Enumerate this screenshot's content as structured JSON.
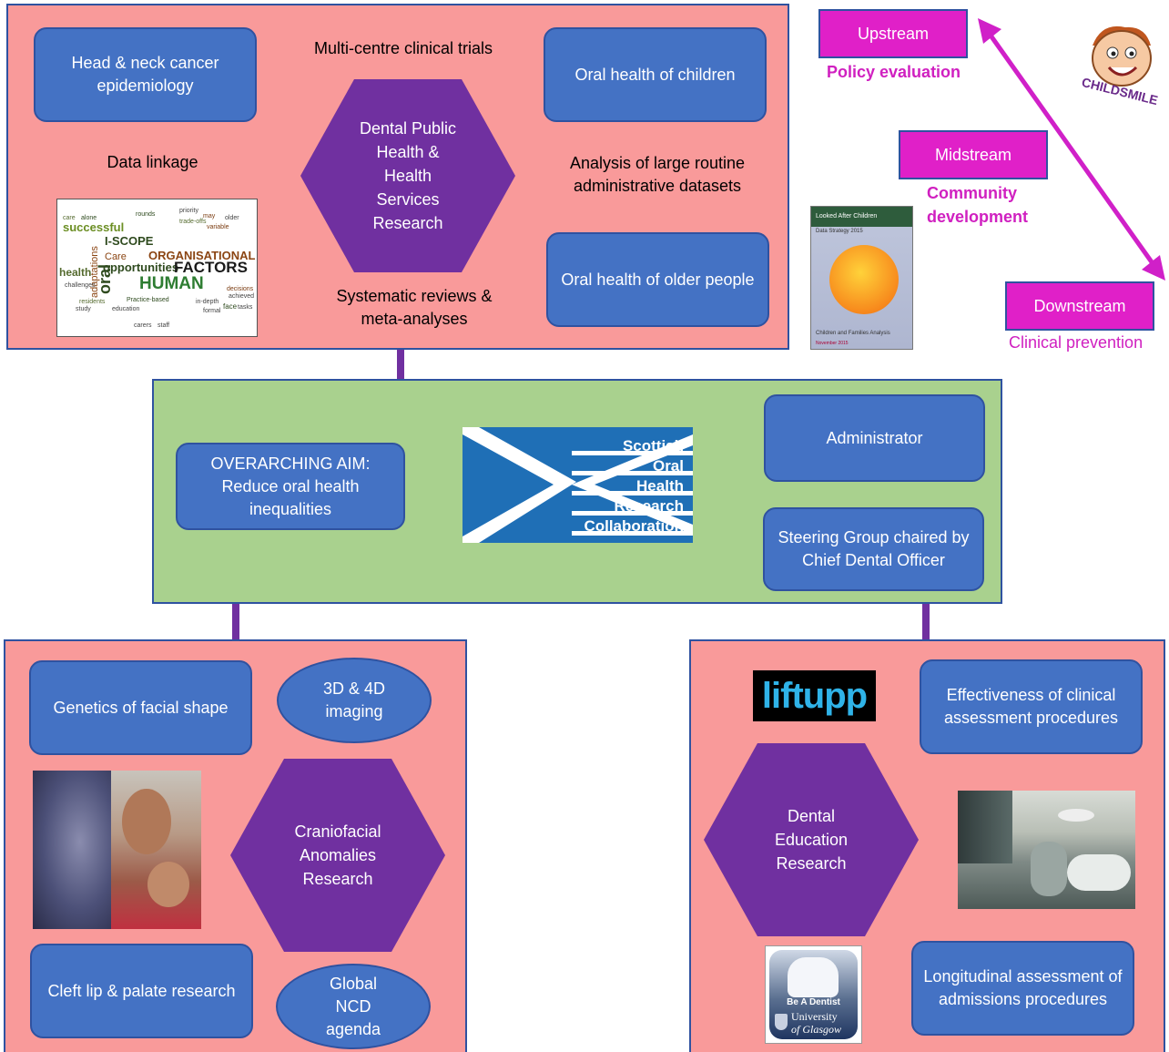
{
  "top_panel": {
    "head_neck": "Head & neck cancer epidemiology",
    "trials": "Multi-centre clinical trials",
    "children": "Oral health of children",
    "data_linkage": "Data linkage",
    "hex": "Dental Public Health & Health Services Research",
    "large_datasets": "Analysis of large routine administrative datasets",
    "systematic": "Systematic reviews & meta-analyses",
    "older": "Oral health of older people"
  },
  "wordcloud_words": [
    "care",
    "alone",
    "rounds",
    "priority",
    "may",
    "older",
    "trade-offs",
    "variable",
    "successful",
    "I-SCOPE",
    "ORGANISATIONAL",
    "Care",
    "opportunities",
    "HUMAN",
    "FACTORS",
    "health",
    "oral",
    "adaptations",
    "challenges",
    "Practice-based",
    "study",
    "residents",
    "education",
    "staff",
    "decisions",
    "achieved",
    "face",
    "tasks",
    "formal",
    "in-depth",
    "carers"
  ],
  "streams": {
    "upstream": "Upstream",
    "upstream_sub": "Policy evaluation",
    "midstream": "Midstream",
    "midstream_sub": "Community development",
    "downstream": "Downstream",
    "downstream_sub": "Clinical prevention",
    "childsmile": "CHILDSMILE"
  },
  "report": {
    "title": "Looked After Children",
    "subtitle": "Data Strategy 2015",
    "footer": "Children and Families Analysis",
    "date": "November 2015"
  },
  "middle_panel": {
    "aim": "OVERARCHING AIM: Reduce oral health inequalities",
    "logo_lines": [
      "Scottish",
      "Oral",
      "Health",
      "Research",
      "Collaboration"
    ],
    "administrator": "Administrator",
    "steering": "Steering Group chaired by Chief Dental Officer"
  },
  "left_panel": {
    "genetics": "Genetics of facial shape",
    "imaging": "3D & 4D imaging",
    "hex": "Craniofacial Anomalies Research",
    "cleft": "Cleft lip & palate research",
    "global": "Global NCD agenda"
  },
  "right_panel": {
    "liftupp": "liftupp",
    "effectiveness": "Effectiveness of clinical assessment procedures",
    "hex": "Dental Education Research",
    "be_dentist": "Be A Dentist",
    "university_line1": "University",
    "university_line2": "of Glasgow",
    "longitudinal": "Longitudinal assessment of admissions procedures"
  },
  "colors": {
    "panel_pink": "#f99a9a",
    "panel_green": "#a9d18e",
    "box_blue": "#4472c4",
    "hex_purple": "#7030a0",
    "stream_magenta": "#e020c8"
  }
}
